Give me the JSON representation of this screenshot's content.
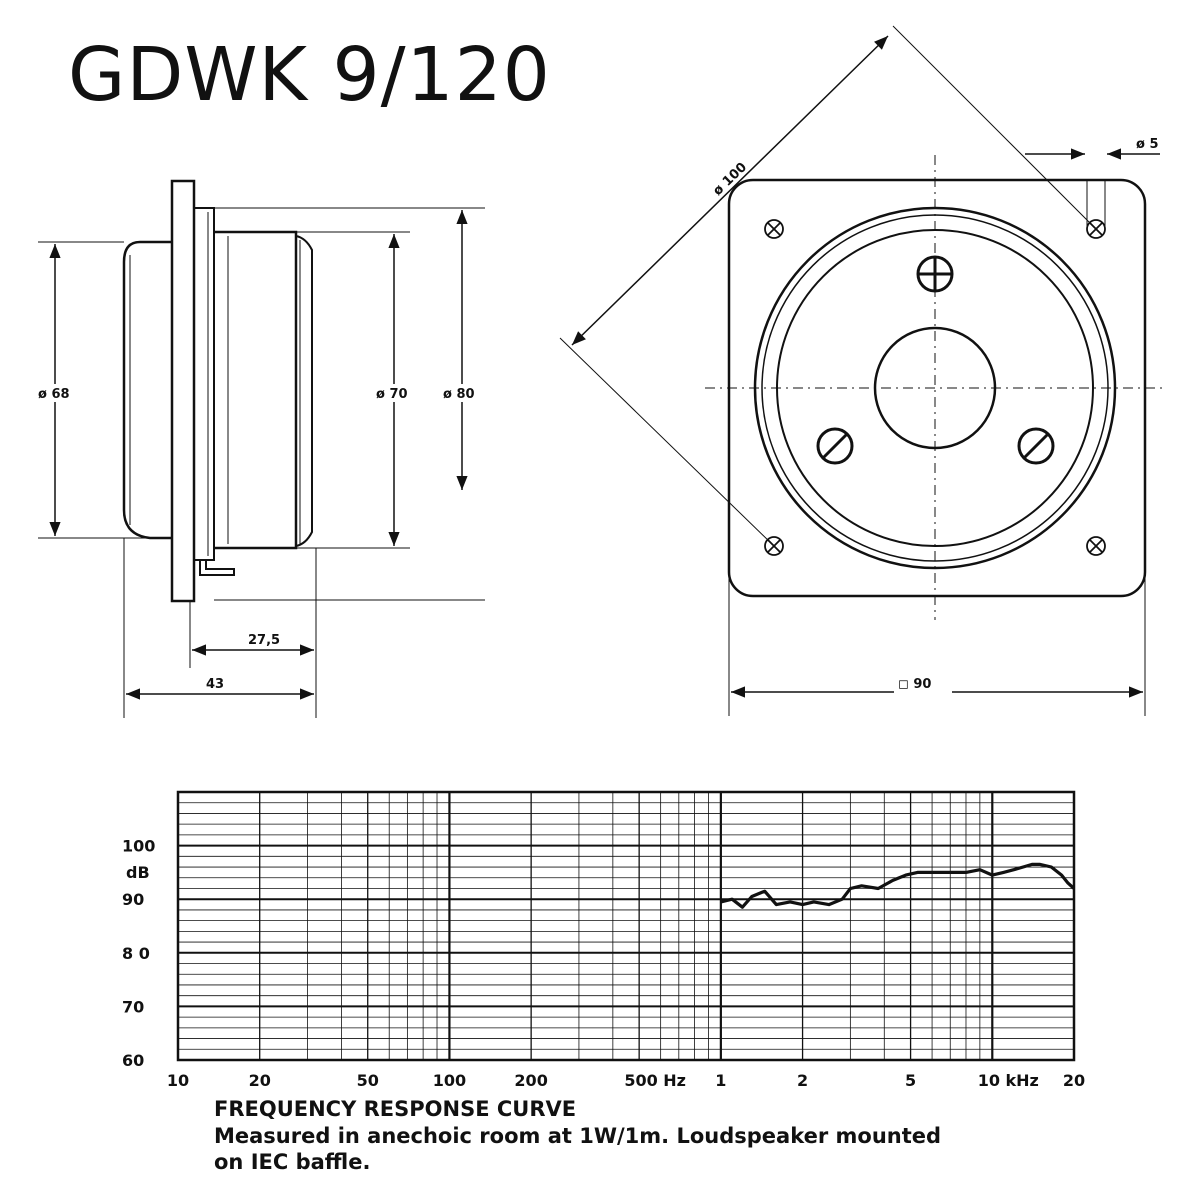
{
  "title": "GDWK 9/120",
  "side_view": {
    "dia_68": "ø 68",
    "dia_70": "ø 70",
    "dia_80": "ø 80",
    "len_27_5": "27,5",
    "len_43": "43"
  },
  "front_view": {
    "dia_100": "ø 100",
    "dia_5": "ø 5",
    "square_90": "◻ 90"
  },
  "chart_data": {
    "type": "line",
    "x_scale": "log",
    "xlim": [
      10,
      20000
    ],
    "ylim": [
      60,
      110
    ],
    "y_ticks": [
      {
        "value": 100,
        "label": "100"
      },
      {
        "value": 90,
        "label": "90"
      },
      {
        "value": 80,
        "label": "8 0"
      },
      {
        "value": 70,
        "label": "70"
      },
      {
        "value": 60,
        "label": "60"
      }
    ],
    "y_unit_label": "dB",
    "x_ticks": [
      {
        "value": 10,
        "label": "10"
      },
      {
        "value": 20,
        "label": "20"
      },
      {
        "value": 50,
        "label": "50"
      },
      {
        "value": 100,
        "label": "100"
      },
      {
        "value": 200,
        "label": "200"
      },
      {
        "value": 500,
        "label": "500 Hz"
      },
      {
        "value": 1000,
        "label": "1"
      },
      {
        "value": 2000,
        "label": "2"
      },
      {
        "value": 5000,
        "label": "5"
      },
      {
        "value": 10000,
        "label": "10 kHz"
      },
      {
        "value": 20000,
        "label": "20"
      }
    ],
    "grid": true,
    "series": [
      {
        "x": [
          1000,
          1100,
          1200,
          1300,
          1450,
          1600,
          1800,
          2000,
          2200,
          2500,
          2800,
          3000,
          3300,
          3800,
          4300,
          4800,
          5300,
          6000,
          7000,
          8000,
          9000,
          10000,
          11000,
          12000,
          13000,
          14000,
          15000,
          16500,
          18000,
          19000,
          20000
        ],
        "y": [
          89.5,
          90.0,
          88.5,
          90.5,
          91.5,
          89.0,
          89.5,
          89.0,
          89.5,
          89.0,
          90.0,
          92.0,
          92.5,
          92.0,
          93.5,
          94.5,
          95.0,
          95.0,
          95.0,
          95.0,
          95.5,
          94.5,
          95.0,
          95.5,
          96.0,
          96.5,
          96.5,
          96.0,
          94.5,
          93.0,
          92.0
        ]
      }
    ]
  },
  "caption": {
    "title": "FREQUENCY RESPONSE CURVE",
    "line1": "Measured in anechoic room at 1W/1m. Loudspeaker mounted",
    "line2": "on IEC baffle."
  }
}
